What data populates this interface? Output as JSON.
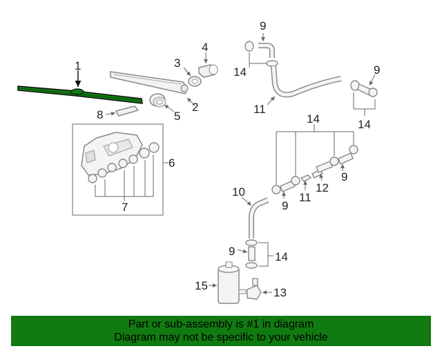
{
  "callouts": {
    "c1": "1",
    "c2": "2",
    "c3": "3",
    "c4": "4",
    "c5": "5",
    "c6": "6",
    "c7": "7",
    "c8": "8",
    "c9a": "9",
    "c9b": "9",
    "c9c": "9",
    "c9d": "9",
    "c9e": "9",
    "c10": "10",
    "c11a": "11",
    "c11b": "11",
    "c12": "12",
    "c13": "13",
    "c14a": "14",
    "c14b": "14",
    "c14c": "14",
    "c14d": "14",
    "c15": "15"
  },
  "banner": {
    "line1": "Part or sub-assembly is #1 in diagram",
    "line2": "Diagram may not be specific to your vehicle",
    "color": "#117a11"
  },
  "highlight": {
    "part": "1",
    "color": "#117a11"
  }
}
